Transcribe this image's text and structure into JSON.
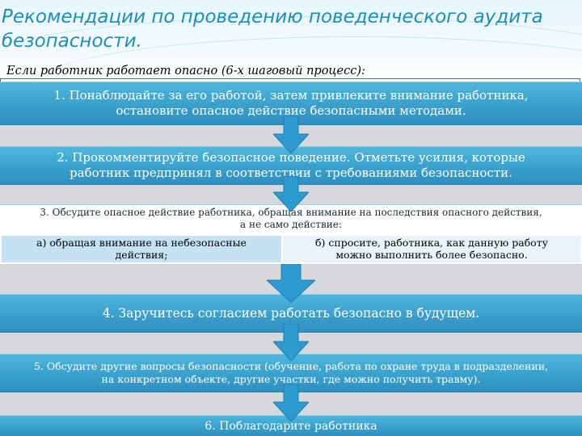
{
  "title": "Рекомендации по проведению поведенческого аудита безопасности.",
  "subtitle": "Если работник работает опасно (6-х шаговый процесс):",
  "colors": {
    "step_fill": "#3aa0cc",
    "arrow_fill": "#2e9bd0",
    "stripe": "#d7d8db",
    "sub_left": "#c4e2f1",
    "sub_right": "#e8f4f9"
  },
  "steps": [
    {
      "line1": "1. Понаблюдайте за его работой, затем привлеките внимание работника,",
      "line2": "остановите опасное действие безопасными методами."
    },
    {
      "line1": "2. Прокомментируйте безопасное поведение. Отметьте усилия, которые",
      "line2": "работник предпринял в соответствии с требованиями безопасности."
    },
    {
      "line1": "3. Обсудите опасное действие работника, обращая внимание на последствия опасного действия,",
      "line2": "а не само действие:",
      "option_a": {
        "line1": "а) обращая внимание на небезопасные",
        "line2": "действия;"
      },
      "option_b": {
        "line1": "б) спросите, работника, как данную работу",
        "line2": "можно выполнить более безопасно."
      }
    },
    {
      "line1": "4. Заручитесь согласием работать безопасно в будущем."
    },
    {
      "line1": "5. Обсудите другие вопросы безопасности (обучение, работа по охране труда в подразделении,",
      "line2": "на конкретном объекте, другие участки, где можно получить травму)."
    },
    {
      "line1": "6. Поблагодарите работника"
    }
  ]
}
